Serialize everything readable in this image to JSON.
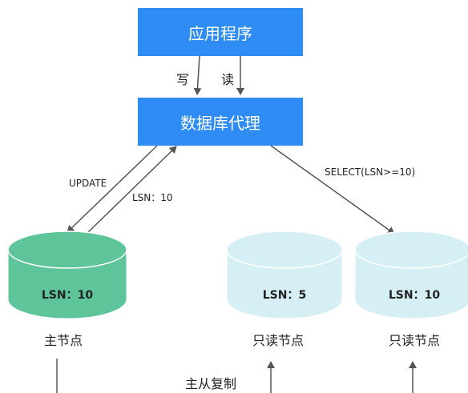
{
  "app_box": {
    "label": "应用程序"
  },
  "proxy_box": {
    "label": "数据库代理"
  },
  "arrows": {
    "write": "写",
    "read": "读",
    "update": "UPDATE",
    "lsn_back": "LSN：10",
    "select": "SELECT(LSN>=10)"
  },
  "nodes": [
    {
      "lsn": "LSN：10",
      "name": "主节点",
      "color": "#5ec49a"
    },
    {
      "lsn": "LSN：5",
      "name": "只读节点",
      "color": "#d6eff5"
    },
    {
      "lsn": "LSN：10",
      "name": "只读节点",
      "color": "#d6eff5"
    }
  ],
  "replication_label": "主从复制",
  "colors": {
    "box": "#2f8cf5",
    "line": "#555555"
  }
}
